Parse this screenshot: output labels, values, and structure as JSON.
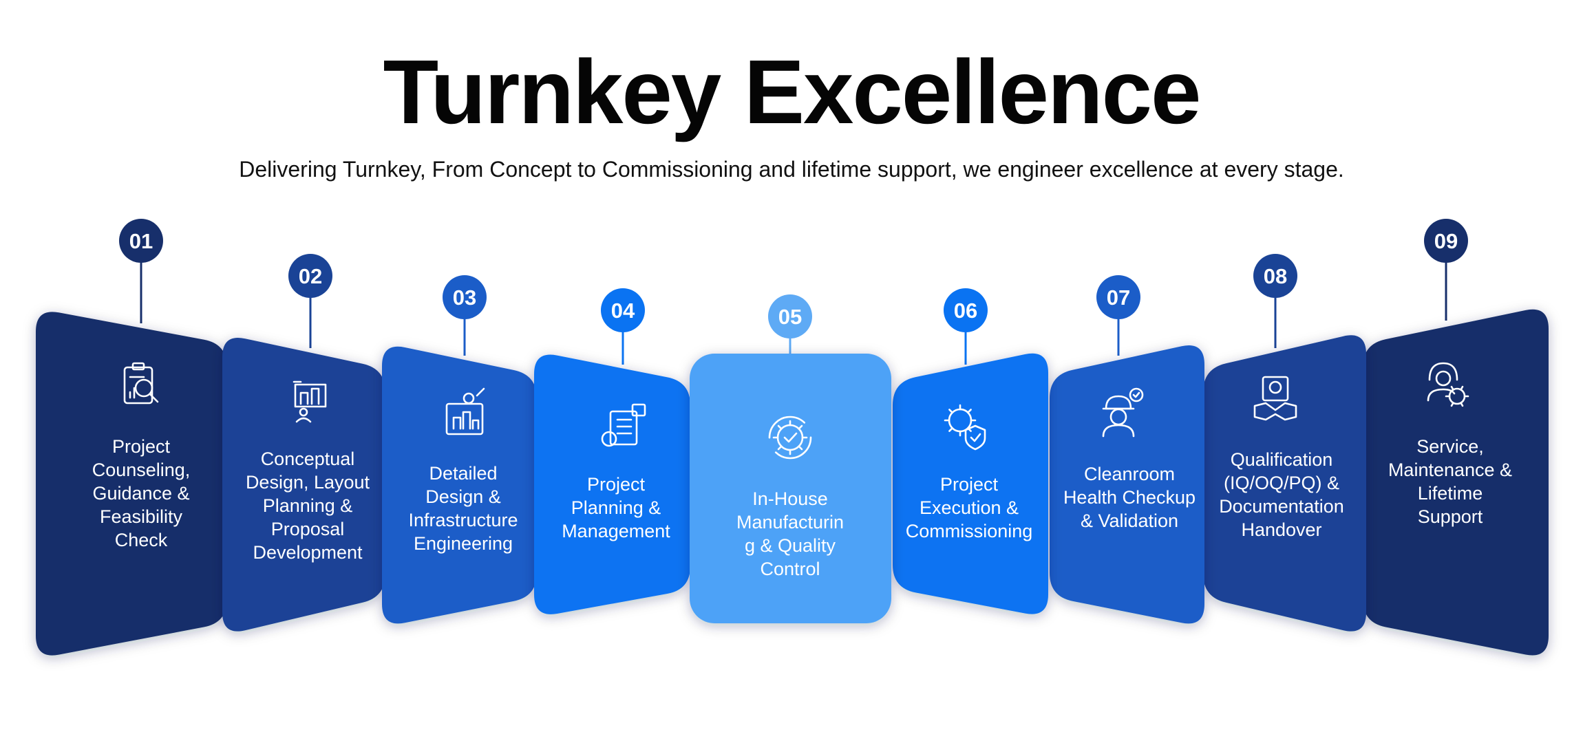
{
  "header": {
    "title": "Turnkey Excellence",
    "subtitle": "Delivering Turnkey, From Concept to Commissioning and lifetime support, we engineer excellence at every stage."
  },
  "colors": {
    "navy": "#172F6B",
    "dark_blue": "#1A4396",
    "mid_blue": "#1B5DC8",
    "bright_blue": "#0A73F2",
    "light_blue": "#4EA2F7",
    "badge_light": "#5EAAF5"
  },
  "steps": [
    {
      "number": "01",
      "icon": "clipboard-search-icon",
      "lines": [
        "Project",
        "Counseling,",
        "Guidance &",
        "Feasibility",
        "Check"
      ]
    },
    {
      "number": "02",
      "icon": "blueprint-engineer-icon",
      "lines": [
        "Conceptual",
        "Design, Layout",
        "Planning &",
        "Proposal",
        "Development"
      ]
    },
    {
      "number": "03",
      "icon": "infrastructure-blueprint-icon",
      "lines": [
        "Detailed",
        "Design &",
        "Infrastructure",
        "Engineering"
      ]
    },
    {
      "number": "04",
      "icon": "planning-checklist-icon",
      "lines": [
        "Project",
        "Planning &",
        "Management"
      ]
    },
    {
      "number": "05",
      "icon": "gear-check-cycle-icon",
      "lines": [
        "In-House",
        "Manufacturin",
        "g & Quality",
        "Control"
      ]
    },
    {
      "number": "06",
      "icon": "gear-shield-icon",
      "lines": [
        "Project",
        "Execution &",
        "Commissioning"
      ]
    },
    {
      "number": "07",
      "icon": "worker-check-icon",
      "lines": [
        "Cleanroom",
        "Health Checkup",
        "& Validation"
      ]
    },
    {
      "number": "08",
      "icon": "certificate-handshake-icon",
      "lines": [
        "Qualification",
        "(IQ/OQ/PQ) &",
        "Documentation",
        "Handover"
      ]
    },
    {
      "number": "09",
      "icon": "support-headset-gear-icon",
      "lines": [
        "Service,",
        "Maintenance &",
        "Lifetime",
        "Support"
      ]
    }
  ]
}
